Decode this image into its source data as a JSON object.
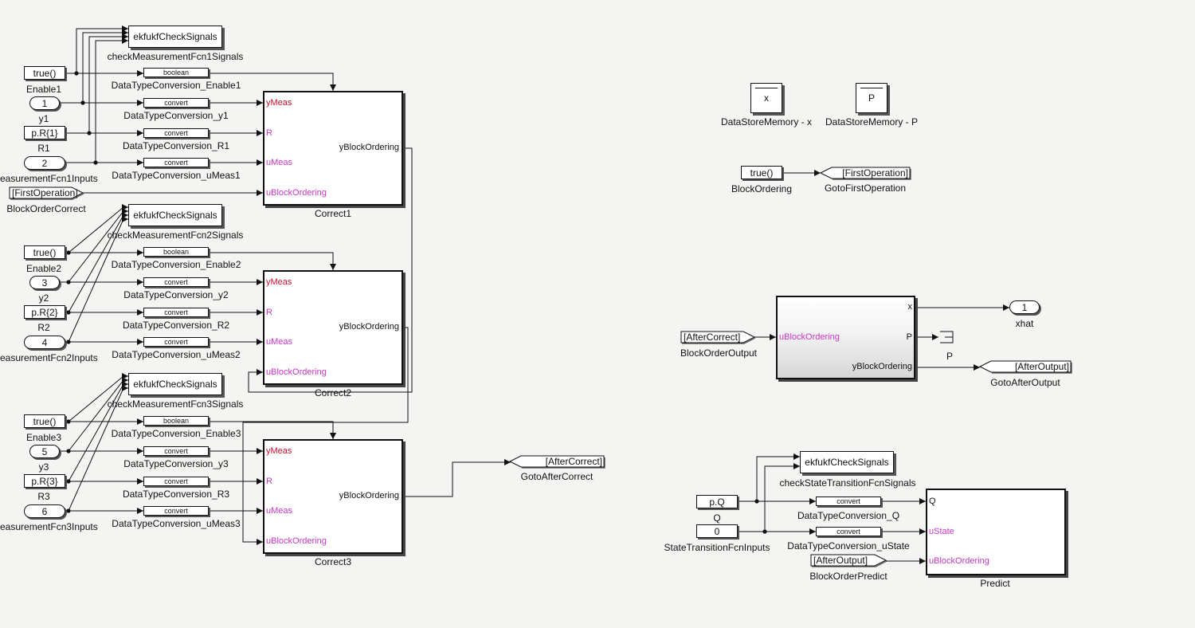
{
  "measurement_groups": [
    {
      "checker": "ekfukfCheckSignals",
      "checker_label": "checkMeasurementFcn1Signals",
      "enable_value": "true()",
      "enable_label": "Enable1",
      "y_value": "1",
      "y_label": "y1",
      "r_value": "p.R{1}",
      "r_label": "R1",
      "u_value": "2",
      "u_label": "easurementFcn1Inputs",
      "conv_enable": "boolean",
      "conv_enable_label": "DataTypeConversion_Enable1",
      "conv_y": "convert",
      "conv_y_label": "DataTypeConversion_y1",
      "conv_r": "convert",
      "conv_r_label": "DataTypeConversion_R1",
      "conv_u": "convert",
      "conv_u_label": "DataTypeConversion_uMeas1",
      "block_label": "Correct1",
      "order_from": "[FirstOperation]",
      "order_from_label": "BlockOrderCorrect"
    },
    {
      "checker": "ekfukfCheckSignals",
      "checker_label": "checkMeasurementFcn2Signals",
      "enable_value": "true()",
      "enable_label": "Enable2",
      "y_value": "3",
      "y_label": "y2",
      "r_value": "p.R{2}",
      "r_label": "R2",
      "u_value": "4",
      "u_label": "easurementFcn2Inputs",
      "conv_enable": "boolean",
      "conv_enable_label": "DataTypeConversion_Enable2",
      "conv_y": "convert",
      "conv_y_label": "DataTypeConversion_y2",
      "conv_r": "convert",
      "conv_r_label": "DataTypeConversion_R2",
      "conv_u": "convert",
      "conv_u_label": "DataTypeConversion_uMeas2",
      "block_label": "Correct2"
    },
    {
      "checker": "ekfukfCheckSignals",
      "checker_label": "checkMeasurementFcn3Signals",
      "enable_value": "true()",
      "enable_label": "Enable3",
      "y_value": "5",
      "y_label": "y3",
      "r_value": "p.R{3}",
      "r_label": "R3",
      "u_value": "6",
      "u_label": "easurementFcn3Inputs",
      "conv_enable": "boolean",
      "conv_enable_label": "DataTypeConversion_Enable3",
      "conv_y": "convert",
      "conv_y_label": "DataTypeConversion_y3",
      "conv_r": "convert",
      "conv_r_label": "DataTypeConversion_R3",
      "conv_u": "convert",
      "conv_u_label": "DataTypeConversion_uMeas3",
      "block_label": "Correct3"
    }
  ],
  "correct_ports": {
    "ymeas": "yMeas",
    "r": "R",
    "umeas": "uMeas",
    "ublock": "uBlockOrdering",
    "yblock": "yBlockOrdering"
  },
  "goto_after_correct": {
    "tag": "[AfterCorrect]",
    "label": "GotoAfterCorrect"
  },
  "datastore_x": {
    "value": "x",
    "label": "DataStoreMemory - x"
  },
  "datastore_p": {
    "value": "P",
    "label": "DataStoreMemory - P"
  },
  "block_ordering": {
    "value": "true()",
    "label": "BlockOrdering"
  },
  "goto_first_operation": {
    "tag": "[FirstOperation]",
    "label": "GotoFirstOperation"
  },
  "output_block": {
    "from_tag": "[AfterCorrect]",
    "from_label": "BlockOrderOutput",
    "in_port": "uBlockOrdering",
    "out_x": "x",
    "out_p": "P",
    "out_y": "yBlockOrdering",
    "xhat_value": "1",
    "xhat_label": "xhat",
    "terminator_label": "P",
    "goto_tag": "[AfterOutput]",
    "goto_label": "GotoAfterOutput"
  },
  "predict": {
    "checker": "ekfukfCheckSignals",
    "checker_label": "checkStateTransitionFcnSignals",
    "q_value": "p.Q",
    "q_label": "Q",
    "u_value": "0",
    "u_label": "StateTransitionFcnInputs",
    "conv_q": "convert",
    "conv_q_label": "DataTypeConversion_Q",
    "conv_u": "convert",
    "conv_u_label": "DataTypeConversion_uState",
    "from_tag": "[AfterOutput]",
    "from_label": "BlockOrderPredict",
    "port_q": "Q",
    "port_ustate": "uState",
    "port_ublock": "uBlockOrdering",
    "block_label": "Predict"
  }
}
